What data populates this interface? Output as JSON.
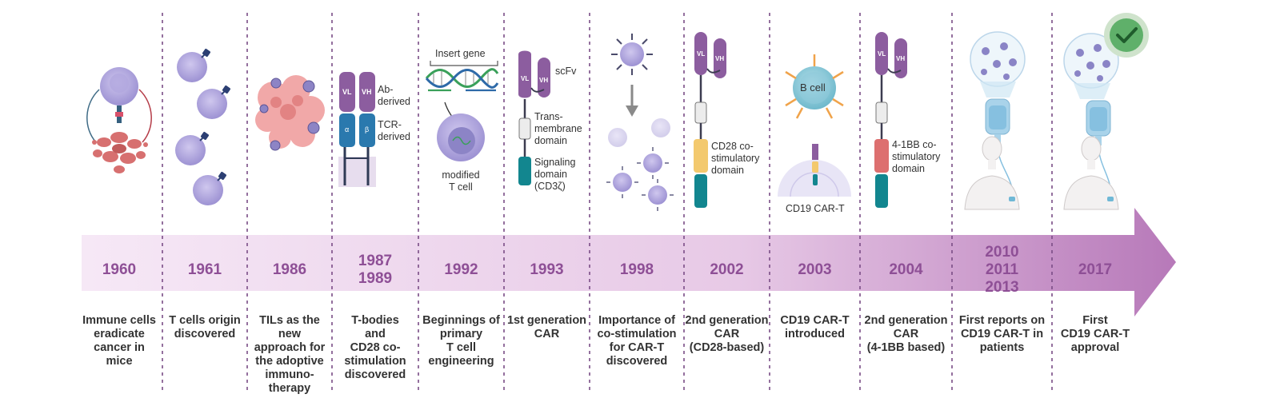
{
  "colors": {
    "arrow_light": "#f6e8f6",
    "arrow_dark": "#b779b9",
    "year_text": "#8e4f96",
    "divider": "#7a4c86",
    "cell": "#a59ad6",
    "chain_purple": "#8c5d9f",
    "chain_blue": "#2a79ae",
    "signal_teal": "#12868f",
    "cd28": "#f3c96e",
    "bb": "#dd6f6f",
    "check": "#43a151"
  },
  "timeline": [
    {
      "id": "1960",
      "year": [
        "1960"
      ],
      "desc": [
        "Immune cells",
        "eradicate",
        "cancer in",
        "mice"
      ]
    },
    {
      "id": "1961",
      "year": [
        "1961"
      ],
      "desc": [
        "T cells origin",
        "discovered"
      ]
    },
    {
      "id": "1986",
      "year": [
        "1986"
      ],
      "desc": [
        "TILs as the",
        "new",
        "approach for",
        "the adoptive",
        "immuno-",
        "therapy"
      ]
    },
    {
      "id": "1987",
      "year": [
        "1987",
        "1989"
      ],
      "desc": [
        "T-bodies",
        "and",
        "CD28 co-",
        "stimulation",
        "discovered"
      ]
    },
    {
      "id": "1992",
      "year": [
        "1992"
      ],
      "desc": [
        "Beginnings of",
        "primary",
        "T cell",
        "engineering"
      ]
    },
    {
      "id": "1993",
      "year": [
        "1993"
      ],
      "desc": [
        "1st generation",
        "CAR"
      ]
    },
    {
      "id": "1998",
      "year": [
        "1998"
      ],
      "desc": [
        "Importance of",
        "co-stimulation",
        "for CAR-T",
        "discovered"
      ]
    },
    {
      "id": "2002",
      "year": [
        "2002"
      ],
      "desc": [
        "2nd generation",
        "CAR",
        "(CD28-based)"
      ]
    },
    {
      "id": "2003",
      "year": [
        "2003"
      ],
      "desc": [
        "CD19 CAR-T",
        "introduced"
      ]
    },
    {
      "id": "2004",
      "year": [
        "2004"
      ],
      "desc": [
        "2nd generation",
        "CAR",
        "(4-1BB based)"
      ]
    },
    {
      "id": "2010",
      "year": [
        "2010",
        "2011",
        "2013"
      ],
      "desc": [
        "First reports on",
        "CD19 CAR-T in",
        "patients"
      ]
    },
    {
      "id": "2017",
      "year": [
        "2017"
      ],
      "desc": [
        "First",
        "CD19 CAR-T",
        "approval"
      ]
    }
  ],
  "labels": {
    "ab_derived": [
      "Ab-",
      "derived"
    ],
    "tcr_derived": [
      "TCR-",
      "derived"
    ],
    "insert_gene": [
      "Insert gene"
    ],
    "modified_t_cell": [
      "modified",
      "T cell"
    ],
    "scfv": [
      "scFv"
    ],
    "transmembrane": [
      "Trans-",
      "membrane",
      "domain"
    ],
    "signaling": [
      "Signaling",
      "domain",
      "(CD3ζ)"
    ],
    "cd28_domain": [
      "CD28 co-",
      "stimulatory",
      "domain"
    ],
    "b_cell": [
      "B cell"
    ],
    "cd19_car_t": [
      "CD19 CAR-T"
    ],
    "bb_domain": [
      "4-1BB co-",
      "stimulatory",
      "domain"
    ],
    "vl": [
      "VL"
    ],
    "vh": [
      "VH"
    ],
    "alpha": [
      "α"
    ],
    "beta": [
      "β"
    ]
  }
}
